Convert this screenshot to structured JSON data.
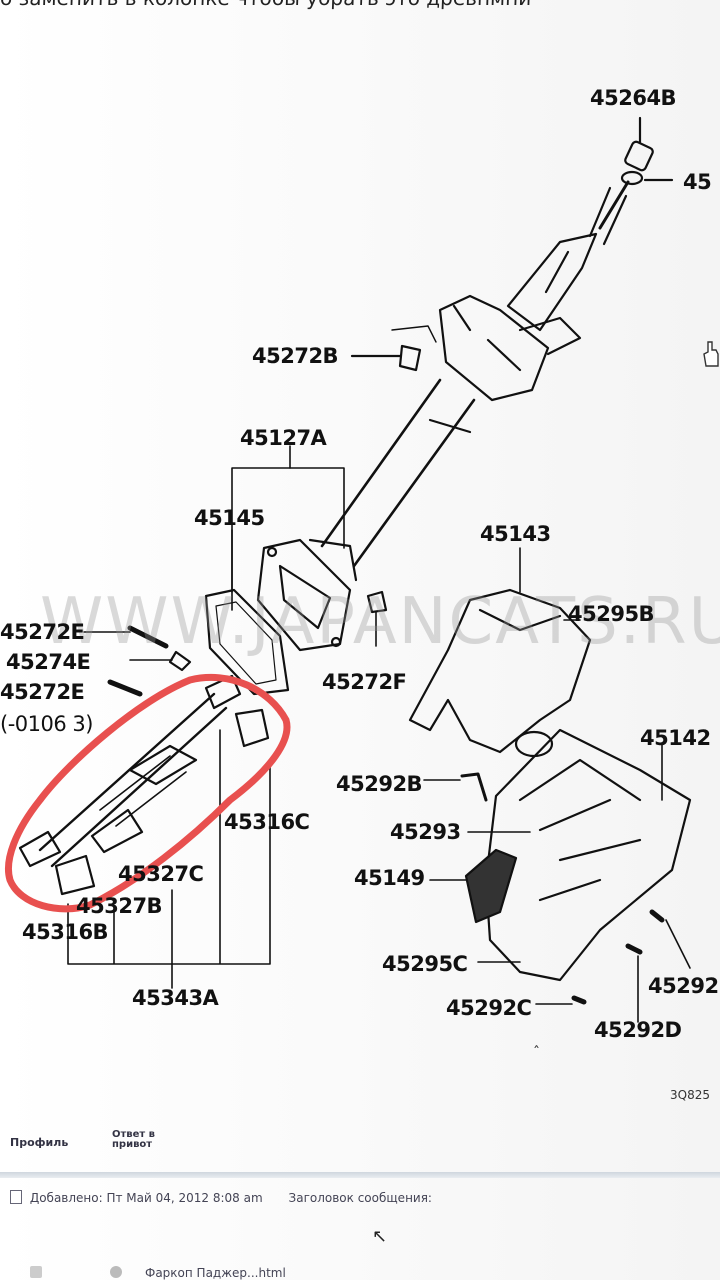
{
  "header": {
    "text": "о заменить в колонке чтобы убрать это древнмни"
  },
  "diagram": {
    "watermark": "WWW.JAPANCATS.RU",
    "corner_code": "3Q825",
    "labels": {
      "p45264B": "45264B",
      "p45_cut": "45",
      "p45272B": "45272B",
      "p45127A": "45127A",
      "p45145": "45145",
      "p45143": "45143",
      "p45295B": "45295B",
      "p45272E_top": "45272E",
      "p45274E": "45274E",
      "p45272E_bot": "45272E",
      "p_range": "(-0106  3)",
      "p45272F": "45272F",
      "p45142": "45142",
      "p45292B": "45292B",
      "p45316C": "45316C",
      "p45293": "45293",
      "p45149": "45149",
      "p45327C": "45327C",
      "p45327B": "45327B",
      "p45316B": "45316B",
      "p45295C": "45295C",
      "p45292_cut": "45292",
      "p45343A": "45343A",
      "p45292C": "45292C",
      "p45292D": "45292D"
    },
    "highlight_color": "#e8504f"
  },
  "forum": {
    "profile_label": "Профиль",
    "reply_label": "Ответ в привот",
    "posted_label": "Добавлено: Пт Май 04, 2012 8:08 am",
    "subject_label": "Заголовок сообщения:",
    "bottom_text": "Фаркоп Паджер...html"
  }
}
